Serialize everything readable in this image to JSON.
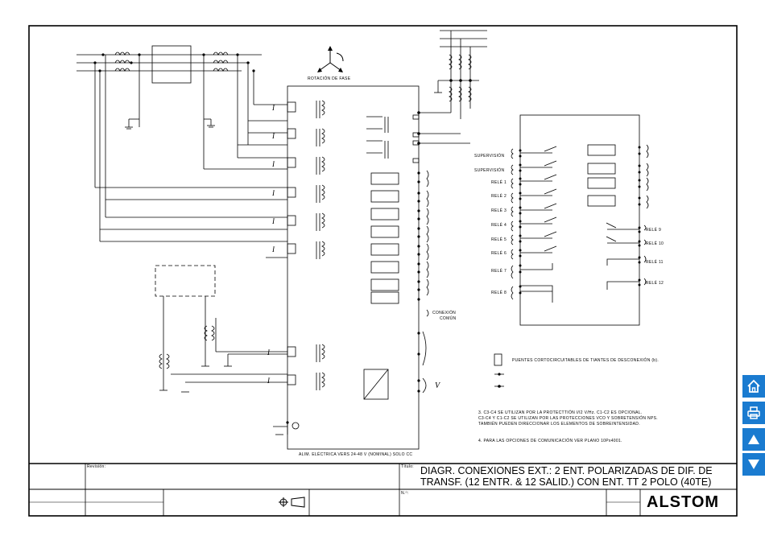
{
  "diagram": {
    "phase_rotation": "ROTACIÓN DE FASE",
    "supervision_labels": [
      "SUPERVISIÓN",
      "SUPERVISIÓN"
    ],
    "relay_labels_left": [
      "RELÉ 1",
      "RELÉ 2",
      "RELÉ 3",
      "RELÉ 4",
      "RELÉ 5",
      "RELÉ 6",
      "RELÉ 7",
      "RELÉ 8"
    ],
    "relay_labels_right": [
      "RELÉ 9",
      "RELÉ 10",
      "RELÉ 11",
      "RELÉ 12"
    ],
    "common_connection": [
      "CONEXIÓN",
      "COMÚN"
    ],
    "current_symbol": "I",
    "voltage_symbol": "V",
    "legend_text": "PUENTES CORTOCIRCUITABLES DE TIANTES DE DESCONEXIÓN (b).",
    "note_3": [
      "3.  C3-C4 SE UTILIZAN POR LA PROTECTTIÓN I/I2 V/Hz.  C1-C2 ES OPCIONAL.",
      "     C3-C4 Y C1-C2 SE UTILIZAN POR LAS PROTECCIONES VCO Y SOBRETENSIÓN NPS.",
      "     TAMBIÉN PUEDEN DIRECCIONAR LOS ELEMENTOS DE SOBREINTENSIDAD."
    ],
    "note_4": "4.  PARA LAS OPCIONES DE COMUNICACIÓN VER PLANO 10Px4001.",
    "power_supply": "ALIM. ELÉCTRICA VERS 24-48 V (NOMINAL) SOLO CC"
  },
  "title_block": {
    "revision_label": "Revisión:",
    "title_label": "Título:",
    "title_line1": "DIAGR. CONEXIONES EXT.:  2 ENT. POLARIZADAS DE DIF. DE",
    "title_line2": "TRANSF. (12 ENTR. & 12 SALID.) CON ENT. TT 2 POLO (40TE)",
    "number_label": "N.º:",
    "company": "ALSTOM"
  },
  "sidebar": {
    "buttons": [
      "home-icon",
      "print-icon",
      "arrow-up-icon",
      "arrow-down-icon"
    ]
  }
}
